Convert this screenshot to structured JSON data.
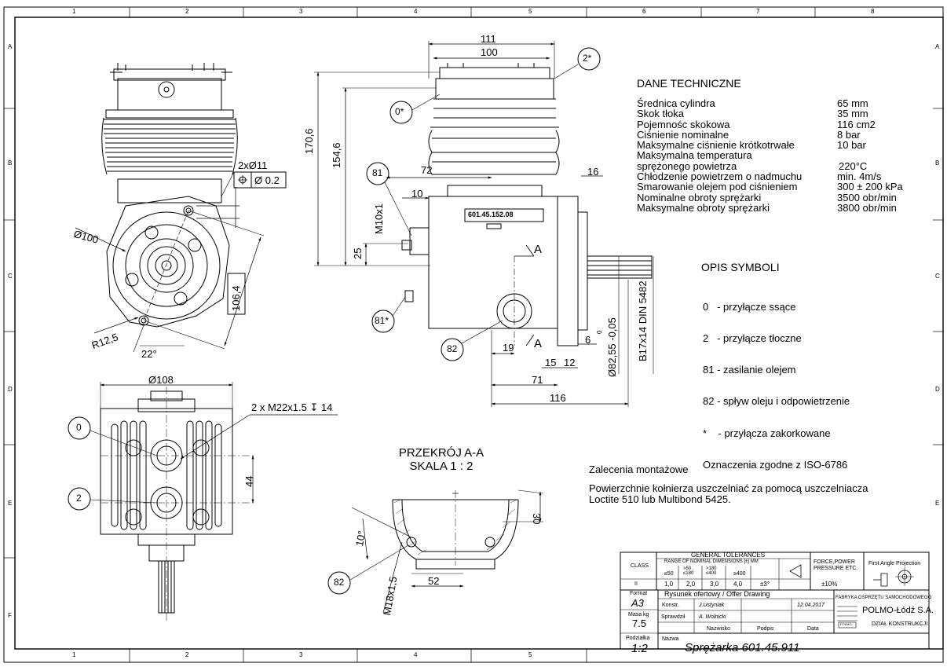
{
  "frame": {
    "cols": [
      "1",
      "2",
      "3",
      "4",
      "5",
      "6",
      "7",
      "8"
    ],
    "rows": [
      "A",
      "B",
      "C",
      "D",
      "E",
      "F"
    ]
  },
  "tech": {
    "title": "DANE TECHNICZNE",
    "rows": [
      {
        "label": "Średnica cylindra",
        "value": "65 mm"
      },
      {
        "label": "Skok tłoka",
        "value": "35 mm"
      },
      {
        "label": "Pojemnośc skokowa",
        "value": "116 cm2"
      },
      {
        "label": "Ciśnienie nominalne",
        "value": "8 bar"
      },
      {
        "label": "Maksymalne ciśnienie krótkotrwałe",
        "value": "10 bar"
      },
      {
        "label": "Maksymalna temperatura",
        "value": ""
      },
      {
        "label": "sprężonego powietrza",
        "value": "220°C"
      },
      {
        "label": "Chłodzenie powietrzem o nadmuchu",
        "value": "min. 4m/s"
      },
      {
        "label": "Smarowanie olejem pod ciśnieniem",
        "value": "300 ± 200 kPa"
      },
      {
        "label": "Nominalne obroty sprężarki",
        "value": "3500 obr/min"
      },
      {
        "label": "Maksymalne obroty sprężarki",
        "value": "3800 obr/min"
      }
    ]
  },
  "symbols": {
    "title": "OPIS SYMBOLI",
    "items": [
      "0   - przyłącze ssące",
      "2   - przyłącze tłoczne",
      "81 - zasilanie olejem",
      "82 - spływ oleju i odpowietrzenie",
      "*    - przyłącza zakorkowane",
      "Oznaczenia zgodne z ISO-6786"
    ]
  },
  "section": {
    "title": "PRZEKRÓJ A-A",
    "scale": "SKALA 1 : 2"
  },
  "notes": {
    "title": "Zalecenia montażowe",
    "lines": [
      "Powierzchnie kołnierza uszczelniać za pomocą uszczelniacza",
      "Loctite 510 lub Multibond 5425."
    ]
  },
  "dims": {
    "d111": "111",
    "d100": "100",
    "d170": "170,6",
    "d154": "154,6",
    "d72": "72",
    "d16": "16",
    "d10": "10",
    "m10": "M10x1",
    "d25": "25",
    "d19": "19",
    "d6": "6",
    "d15": "15",
    "d12": "12",
    "d71": "71",
    "d116": "116",
    "dia82": "Ø82,55 -0,05",
    "tol0": "0",
    "spline": "B17x14 DIN 5482",
    "arrowA": "A",
    "arrowA2": "A",
    "dia100": "Ø100",
    "dia11": "2xØ11",
    "pos02": "Ø 0.2",
    "r125": "R12,5",
    "a22": "22°",
    "d1064": "106,4",
    "dia108": "Ø108",
    "m22": "2 x M22x1.5 ↧ 14",
    "d44": "44",
    "d30": "30",
    "a10": "10°",
    "m18": "M18x1,5",
    "d52": "52"
  },
  "callouts": {
    "c2s": "2*",
    "c0s": "0*",
    "c81": "81",
    "c81s": "81*",
    "c82": "82",
    "c0": "0",
    "c2": "2",
    "c82b": "82"
  },
  "part_label": "601.45.152.08",
  "tolerances": {
    "title": "GENERAL TOLERANCES",
    "class": "CLASS",
    "range": "RANGE OF NOMINAL DIMENSIONS [±] MM",
    "heads": [
      "≤50",
      ">50 ≤180",
      ">180 ≤400",
      "≥400"
    ],
    "class_val": "II",
    "vals": [
      "1,0",
      "2,0",
      "3,0",
      "4,0",
      "±3°"
    ],
    "force": "FORCE,POWER PRESSURE ETC.",
    "force_val": "±10%",
    "projection": "First Angle Projection"
  },
  "title_block": {
    "format_label": "Format",
    "format": "A3",
    "mass_label": "Masa kg",
    "mass": "7.5",
    "scale_label": "Podziałka",
    "scale": "1:2",
    "name_label": "Nazwa",
    "drawing_type": "Rysunek ofertowy / Offer Drawing",
    "konstr_label": "Konstr.",
    "konstr": "J.Ustyniak",
    "date": "12.04.2017",
    "sprawdz_label": "Sprawdził",
    "sprawdz": "A. Wolnicki",
    "col_name": "Nazwisko",
    "col_sign": "Podpis",
    "col_date": "Data",
    "company": "FABRYKA OSPRZĘTU SAMOCHODOWEGO",
    "company_name": "POLMO-Łódź S.A.",
    "dept": "DZIAŁ KONSTRUKCJI",
    "logo_text": "POLMO",
    "part_name": "Sprężarka 601.45.911"
  }
}
